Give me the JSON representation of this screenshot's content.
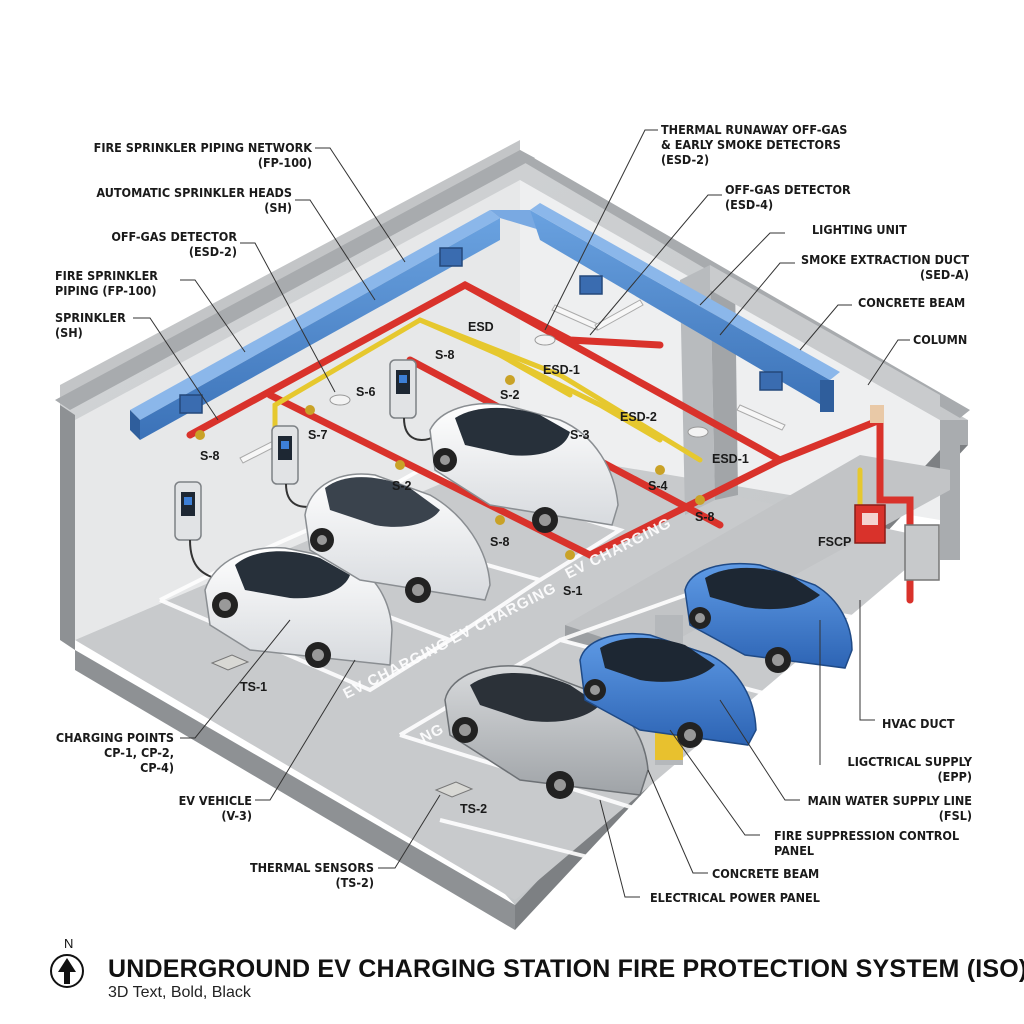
{
  "title": "UNDERGROUND EV CHARGING STATION FIRE PROTECTION SYSTEM (ISO)",
  "subtitle": "3D Text, Bold, Black",
  "north_label": "N",
  "north_icon": "north-arrow-icon",
  "colors": {
    "sprinkler_pipe": "#d9322b",
    "detector_pipe": "#e6c82e",
    "smoke_duct": "#4a86cf",
    "concrete": "#b9bcbf",
    "wall": "#e9eaeb",
    "floor": "#c9cbcd"
  },
  "callouts_left": [
    "FIRE SPRINKLER PIPING NETWORK\n(FP-100)",
    "AUTOMATIC SPRINKLER HEADS\n(SH)",
    "OFF-GAS DETECTOR\n(ESD-2)",
    "FIRE SPRINKLER\nPIPING (FP-100)",
    "SPRINKLER\n(SH)",
    "CHARGING POINTS\nCP-1, CP-2,\nCP-4)",
    "EV VEHICLE\n(V-3)",
    "THERMAL SENSORS\n(TS-2)"
  ],
  "callouts_right": [
    "THERMAL RUNAWAY OFF-GAS\n& EARLY SMOKE DETECTORS\n(ESD-2)",
    "OFF-GAS DETECTOR\n(ESD-4)",
    "LIGHTING UNIT",
    "SMOKE EXTRACTION DUCT\n(SED-A)",
    "CONCRETE BEAM",
    "COLUMN",
    "HVAC DUCT",
    "LIGCTRICAL SUPPLY\n(EPP)",
    "MAIN WATER SUPPLY LINE\n(FSL)",
    "FIRE SUPPRESSION CONTROL\nPANEL",
    "CONCRETE BEAM",
    "ELECTRICAL POWER PANEL"
  ],
  "tags": [
    "ESD",
    "S-8",
    "ESD-1",
    "S-6",
    "S-2",
    "S-7",
    "ESD-2",
    "S-3",
    "ESD-1",
    "S-8",
    "S-4",
    "S-2",
    "S-8",
    "S-8",
    "S-1",
    "FSCP",
    "TS-1",
    "TS-2"
  ],
  "floor_markings": [
    "EV CHARGING",
    "EV CHARGING",
    "EV CHARGING",
    "NG"
  ]
}
